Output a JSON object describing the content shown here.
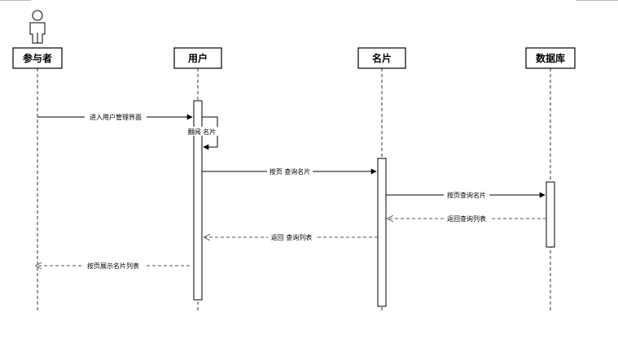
{
  "participants": [
    {
      "id": "actor",
      "label": "参与者",
      "is_actor": true
    },
    {
      "id": "user",
      "label": "用户"
    },
    {
      "id": "card",
      "label": "名片"
    },
    {
      "id": "db",
      "label": "数据库"
    }
  ],
  "messages": [
    {
      "from": "actor",
      "to": "user",
      "label": "进入用户管理界面",
      "style": "solid"
    },
    {
      "from": "user",
      "to": "user",
      "label": "翻阅 名片",
      "style": "self"
    },
    {
      "from": "user",
      "to": "card",
      "label": "按页 查询名片",
      "style": "solid"
    },
    {
      "from": "card",
      "to": "db",
      "label": "按页查询名片",
      "style": "solid"
    },
    {
      "from": "db",
      "to": "card",
      "label": "返回查询列表",
      "style": "dashed"
    },
    {
      "from": "card",
      "to": "user",
      "label": "返回 查询列表",
      "style": "dashed"
    },
    {
      "from": "user",
      "to": "actor",
      "label": "按页展示名片列表",
      "style": "dashed"
    }
  ],
  "colors": {
    "line": "#000000",
    "lifeline": "#333333",
    "return": "#666666",
    "label_bg": "#ffffff"
  },
  "icons": {
    "actor": "person-icon"
  }
}
